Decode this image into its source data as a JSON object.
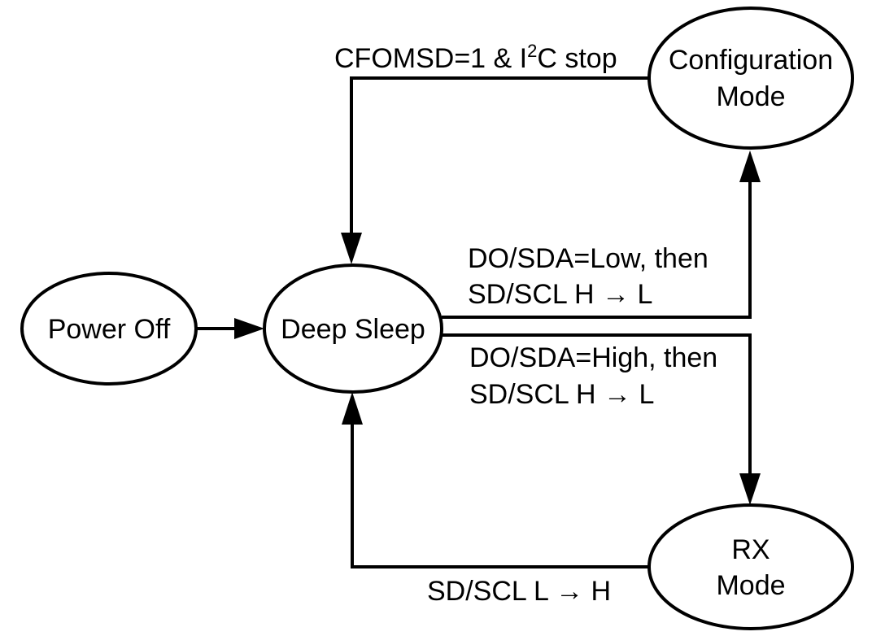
{
  "nodes": {
    "power_off": {
      "lines": [
        "Power Off"
      ]
    },
    "deep_sleep": {
      "lines": [
        "Deep Sleep"
      ]
    },
    "configuration_mode": {
      "lines": [
        "Configuration",
        "Mode"
      ]
    },
    "rx_mode": {
      "lines": [
        "RX",
        "Mode"
      ]
    }
  },
  "edges": {
    "config_to_sleep": {
      "prefix": "CFOMSD=1 & I",
      "superscript": "2",
      "suffix": "C stop"
    },
    "sleep_to_config": {
      "line1": "DO/SDA=Low, then",
      "line2": "SD/SCL H → L"
    },
    "sleep_to_rx": {
      "line1": "DO/SDA=High, then",
      "line2": "SD/SCL H → L"
    },
    "rx_to_sleep": {
      "line1": "SD/SCL L → H"
    }
  }
}
